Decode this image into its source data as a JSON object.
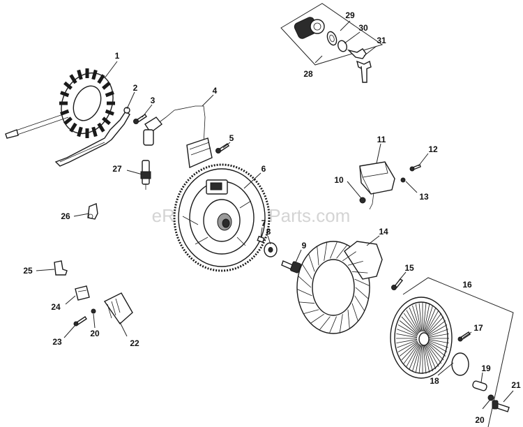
{
  "watermark": "eReplacementParts.com",
  "callouts": [
    {
      "id": "1",
      "label": "1"
    },
    {
      "id": "2",
      "label": "2"
    },
    {
      "id": "3",
      "label": "3"
    },
    {
      "id": "4",
      "label": "4"
    },
    {
      "id": "5",
      "label": "5"
    },
    {
      "id": "6",
      "label": "6"
    },
    {
      "id": "7",
      "label": "7"
    },
    {
      "id": "8",
      "label": "8"
    },
    {
      "id": "9",
      "label": "9"
    },
    {
      "id": "10",
      "label": "10"
    },
    {
      "id": "11",
      "label": "11"
    },
    {
      "id": "12",
      "label": "12"
    },
    {
      "id": "13",
      "label": "13"
    },
    {
      "id": "14",
      "label": "14"
    },
    {
      "id": "15",
      "label": "15"
    },
    {
      "id": "16",
      "label": "16"
    },
    {
      "id": "17",
      "label": "17"
    },
    {
      "id": "18",
      "label": "18"
    },
    {
      "id": "19",
      "label": "19"
    },
    {
      "id": "20a",
      "label": "20"
    },
    {
      "id": "20b",
      "label": "20"
    },
    {
      "id": "21",
      "label": "21"
    },
    {
      "id": "22",
      "label": "22"
    },
    {
      "id": "23",
      "label": "23"
    },
    {
      "id": "24",
      "label": "24"
    },
    {
      "id": "25",
      "label": "25"
    },
    {
      "id": "26",
      "label": "26"
    },
    {
      "id": "27",
      "label": "27"
    },
    {
      "id": "28",
      "label": "28"
    },
    {
      "id": "29",
      "label": "29"
    },
    {
      "id": "30",
      "label": "30"
    },
    {
      "id": "31",
      "label": "31"
    }
  ]
}
